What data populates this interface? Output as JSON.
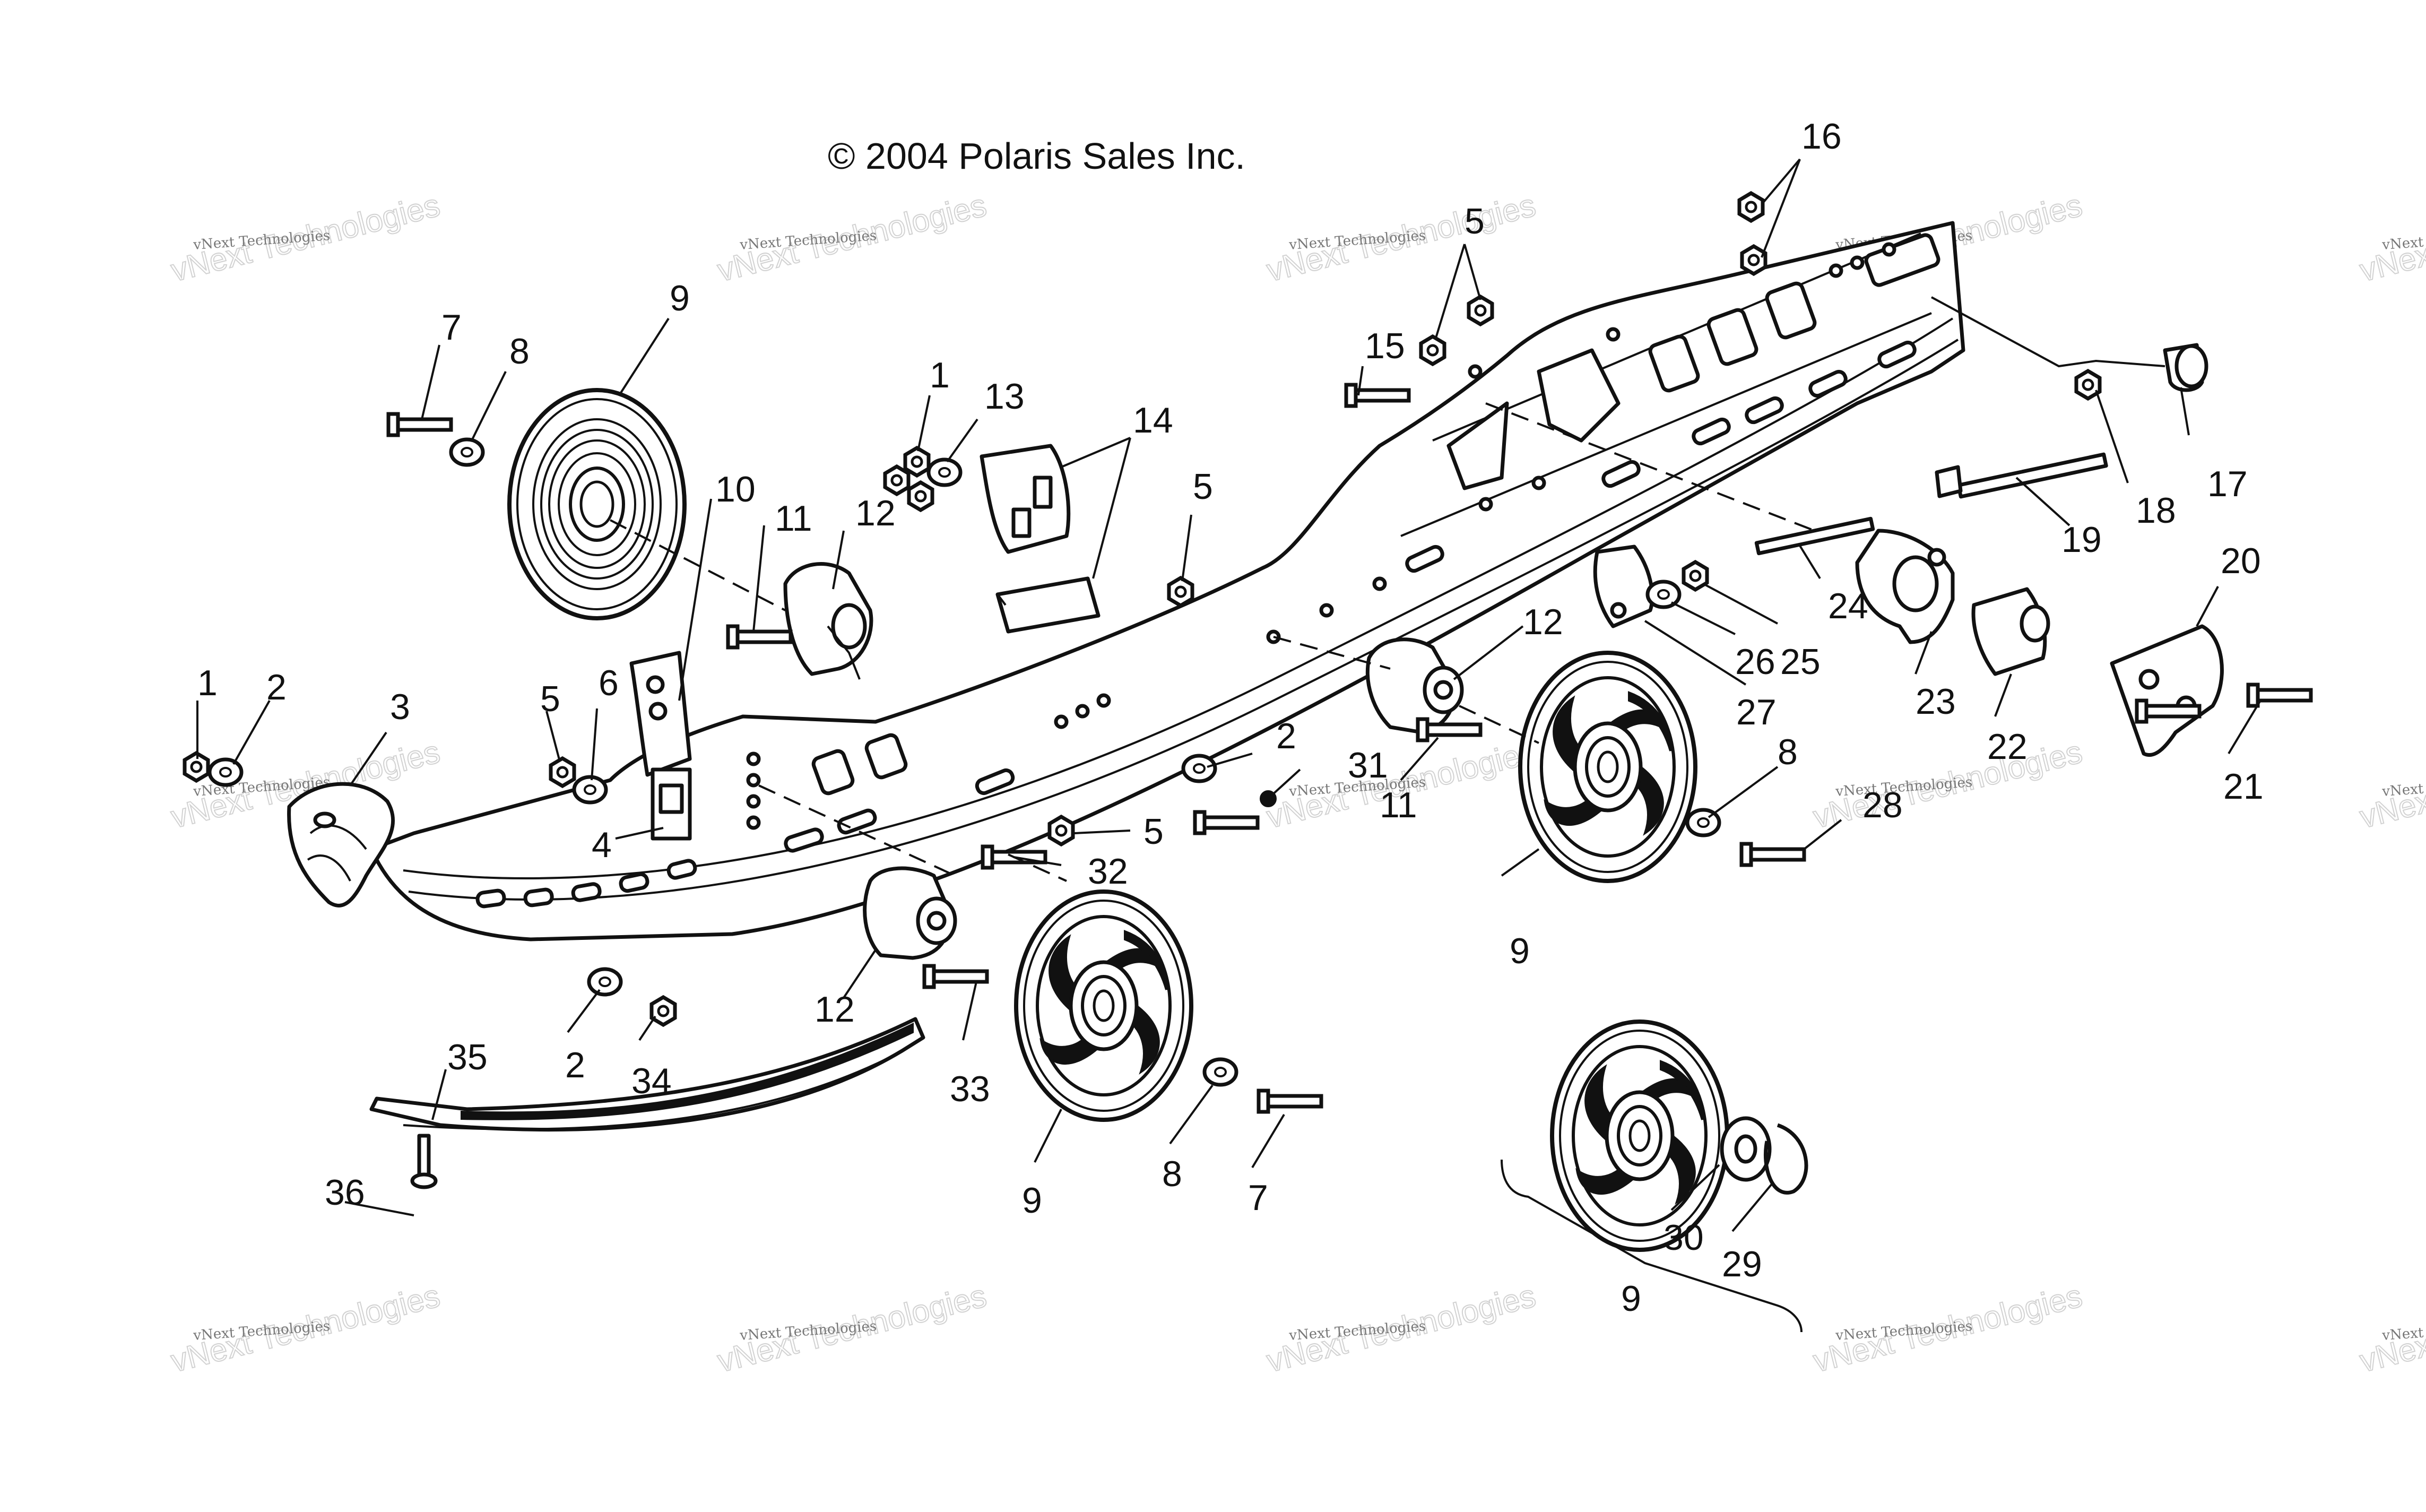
{
  "copyright": "© 2004 Polaris Sales Inc.",
  "watermark": {
    "line1": "vNext Technologies",
    "line2": "vNext Technologies"
  },
  "callouts": [
    {
      "name": "callout-16",
      "text": "16"
    },
    {
      "name": "callout-5-top",
      "text": "5"
    },
    {
      "name": "callout-9-top-left",
      "text": "9"
    },
    {
      "name": "callout-7-top",
      "text": "7"
    },
    {
      "name": "callout-8-top",
      "text": "8"
    },
    {
      "name": "callout-1-top",
      "text": "1"
    },
    {
      "name": "callout-13",
      "text": "13"
    },
    {
      "name": "callout-14",
      "text": "14"
    },
    {
      "name": "callout-15",
      "text": "15"
    },
    {
      "name": "callout-10",
      "text": "10"
    },
    {
      "name": "callout-11-upper",
      "text": "11"
    },
    {
      "name": "callout-12-upper",
      "text": "12"
    },
    {
      "name": "callout-5-mid",
      "text": "5"
    },
    {
      "name": "callout-17",
      "text": "17"
    },
    {
      "name": "callout-18",
      "text": "18"
    },
    {
      "name": "callout-19",
      "text": "19"
    },
    {
      "name": "callout-20",
      "text": "20"
    },
    {
      "name": "callout-24",
      "text": "24"
    },
    {
      "name": "callout-12-right",
      "text": "12"
    },
    {
      "name": "callout-1-left",
      "text": "1"
    },
    {
      "name": "callout-2-left",
      "text": "2"
    },
    {
      "name": "callout-3",
      "text": "3"
    },
    {
      "name": "callout-5-left",
      "text": "5"
    },
    {
      "name": "callout-6",
      "text": "6"
    },
    {
      "name": "callout-26",
      "text": "26"
    },
    {
      "name": "callout-25",
      "text": "25"
    },
    {
      "name": "callout-23",
      "text": "23"
    },
    {
      "name": "callout-27",
      "text": "27"
    },
    {
      "name": "callout-22",
      "text": "22"
    },
    {
      "name": "callout-21",
      "text": "21"
    },
    {
      "name": "callout-2-mid",
      "text": "2"
    },
    {
      "name": "callout-31",
      "text": "31"
    },
    {
      "name": "callout-11-lower",
      "text": "11"
    },
    {
      "name": "callout-8-right",
      "text": "8"
    },
    {
      "name": "callout-28",
      "text": "28"
    },
    {
      "name": "callout-4",
      "text": "4"
    },
    {
      "name": "callout-5-lower",
      "text": "5"
    },
    {
      "name": "callout-32",
      "text": "32"
    },
    {
      "name": "callout-9-right",
      "text": "9"
    },
    {
      "name": "callout-12-lower",
      "text": "12"
    },
    {
      "name": "callout-33",
      "text": "33"
    },
    {
      "name": "callout-2-bottom",
      "text": "2"
    },
    {
      "name": "callout-34",
      "text": "34"
    },
    {
      "name": "callout-35",
      "text": "35"
    },
    {
      "name": "callout-36",
      "text": "36"
    },
    {
      "name": "callout-9-bottom",
      "text": "9"
    },
    {
      "name": "callout-8-bottom",
      "text": "8"
    },
    {
      "name": "callout-7-bottom",
      "text": "7"
    },
    {
      "name": "callout-30",
      "text": "30"
    },
    {
      "name": "callout-29",
      "text": "29"
    },
    {
      "name": "callout-9-kit",
      "text": "9"
    }
  ]
}
